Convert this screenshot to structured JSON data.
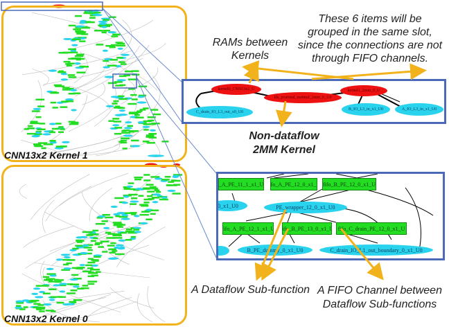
{
  "annotations": {
    "rams_label": [
      "RAMs between",
      "Kernels"
    ],
    "six_items_label": [
      "These 6 items will be",
      "grouped in the same slot,",
      "since the connections are not",
      "through FIFO channels."
    ],
    "non_dataflow_label": [
      "Non-dataflow",
      "2MM Kernel"
    ],
    "dataflow_sub_label": "A Dataflow Sub-function",
    "fifo_channel_label": [
      "A FIFO Channel between",
      "Dataflow Sub-functions"
    ]
  },
  "kernels": [
    {
      "label": "CNN13x2 Kernel 1"
    },
    {
      "label": "CNN13x2 Kernel 0"
    }
  ],
  "zoom_top": {
    "red_nodes": [
      "kernel0_CNN13x2_U",
      "hls_pvarmul_matmul_2mm_0_U0",
      "kernel1_2mm_0_U"
    ],
    "cyan_nodes": [
      "C_drain_IO_L3_out_x0_U0",
      "B_IO_L3_in_x1_U0",
      "A_IO_L3_in_x1_U0"
    ]
  },
  "zoom_bottom": {
    "green_top": [
      "_A_PE_11_1_x1_U",
      "fifo_A_PE_12_0_x1_U",
      "fifo_B_PE_12_0_x1_U"
    ],
    "cyan_mid_left": "0_x1_U0",
    "center_node": "PE_wrapper_12_0_x1_U0",
    "green_bottom": [
      "fifo_A_PE_12_1_x1_U",
      "fifo_B_PE_13_0_x1_U",
      "fifo_C_drain_PE_12_0_x1_U"
    ],
    "cyan_bottom": [
      "B_PE_dummy_0_x1_U0",
      "C_drain_IO_L1_out_boundary_0_x1_U0"
    ]
  },
  "colors": {
    "kernel_border": "#f2b21b",
    "panel_border": "#4a6ab8",
    "arrow": "#f2b21b",
    "fifo_node": "#22dd22",
    "function_node": "#29d3ee",
    "ram_node": "#ee1111"
  }
}
